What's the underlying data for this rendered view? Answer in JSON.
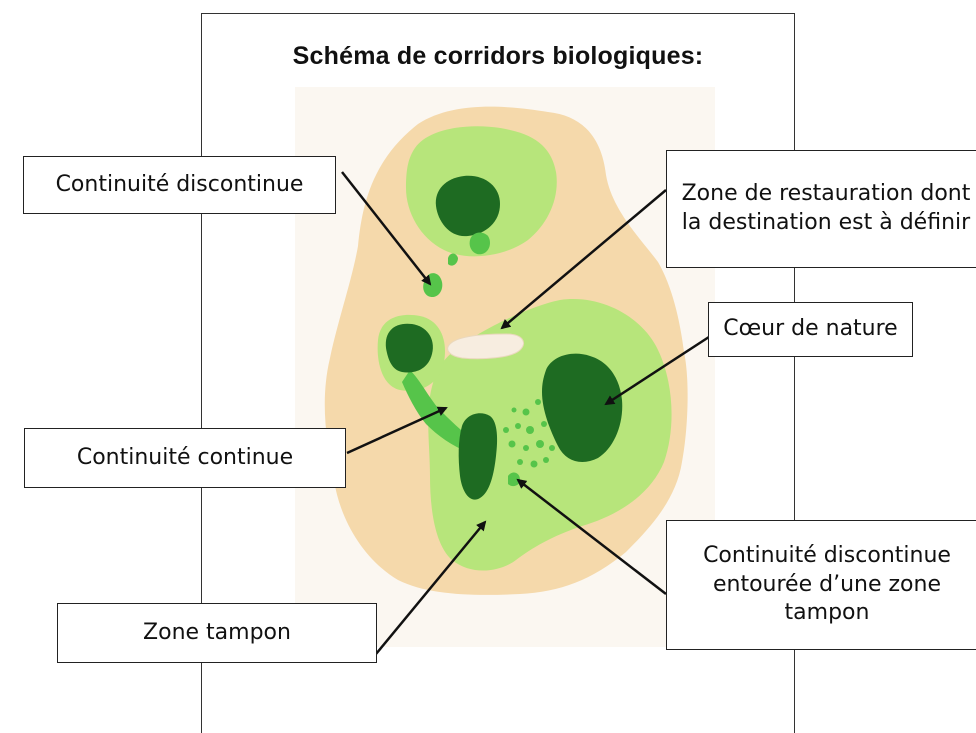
{
  "title": "Schéma de corridors biologiques:",
  "colors": {
    "background_tint": "#fbf7f1",
    "outer_zone": "#f5d9ab",
    "buffer_light_green": "#b7e57b",
    "corridor_green": "#56c44a",
    "core_dark_green": "#1e6b22",
    "restoration_zone": "#f7ede0",
    "arrow": "#111111"
  },
  "labels": {
    "continuite_discontinue": "Continuité discontinue",
    "zone_restauration": "Zone de restauration dont\nla destination est à définir",
    "coeur_nature": "Cœur de nature",
    "continuite_continue": "Continuité continue",
    "continuite_discontinue_tampon": "Continuité discontinue\nentourée d’une zone\ntampon",
    "zone_tampon": "Zone tampon"
  }
}
